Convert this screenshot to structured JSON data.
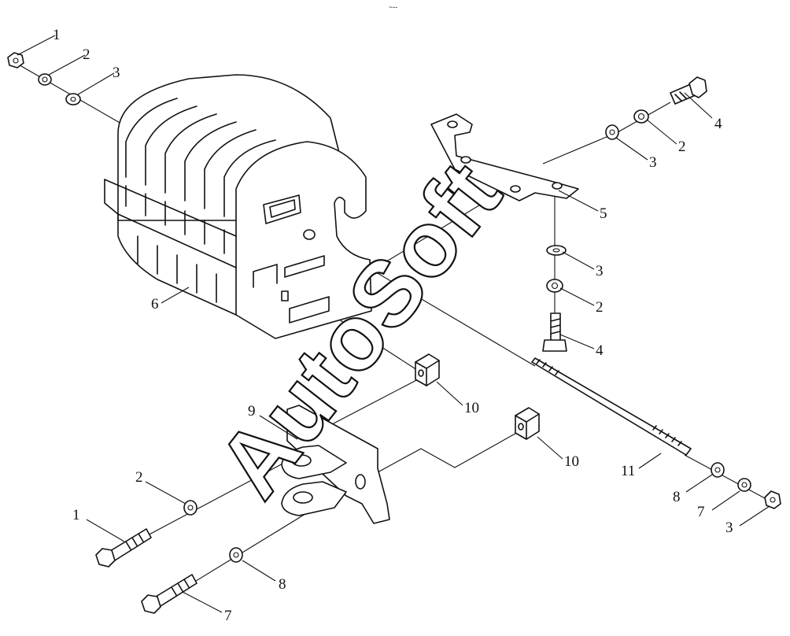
{
  "header_mark": "~--",
  "watermark": "AutoSoft",
  "callouts": [
    {
      "id": "c1a",
      "text": "1"
    },
    {
      "id": "c2a",
      "text": "2"
    },
    {
      "id": "c3a",
      "text": "3"
    },
    {
      "id": "c4a",
      "text": "4"
    },
    {
      "id": "c2b",
      "text": "2"
    },
    {
      "id": "c3b",
      "text": "3"
    },
    {
      "id": "c5",
      "text": "5"
    },
    {
      "id": "c3c",
      "text": "3"
    },
    {
      "id": "c2c",
      "text": "2"
    },
    {
      "id": "c4b",
      "text": "4"
    },
    {
      "id": "c6",
      "text": "6"
    },
    {
      "id": "c10a",
      "text": "10"
    },
    {
      "id": "c9",
      "text": "9"
    },
    {
      "id": "c10b",
      "text": "10"
    },
    {
      "id": "c11",
      "text": "11"
    },
    {
      "id": "c8a",
      "text": "8"
    },
    {
      "id": "c7a",
      "text": "7"
    },
    {
      "id": "c3d",
      "text": "3"
    },
    {
      "id": "c2d",
      "text": "2"
    },
    {
      "id": "c1b",
      "text": "1"
    },
    {
      "id": "c8b",
      "text": "8"
    },
    {
      "id": "c7b",
      "text": "7"
    }
  ]
}
